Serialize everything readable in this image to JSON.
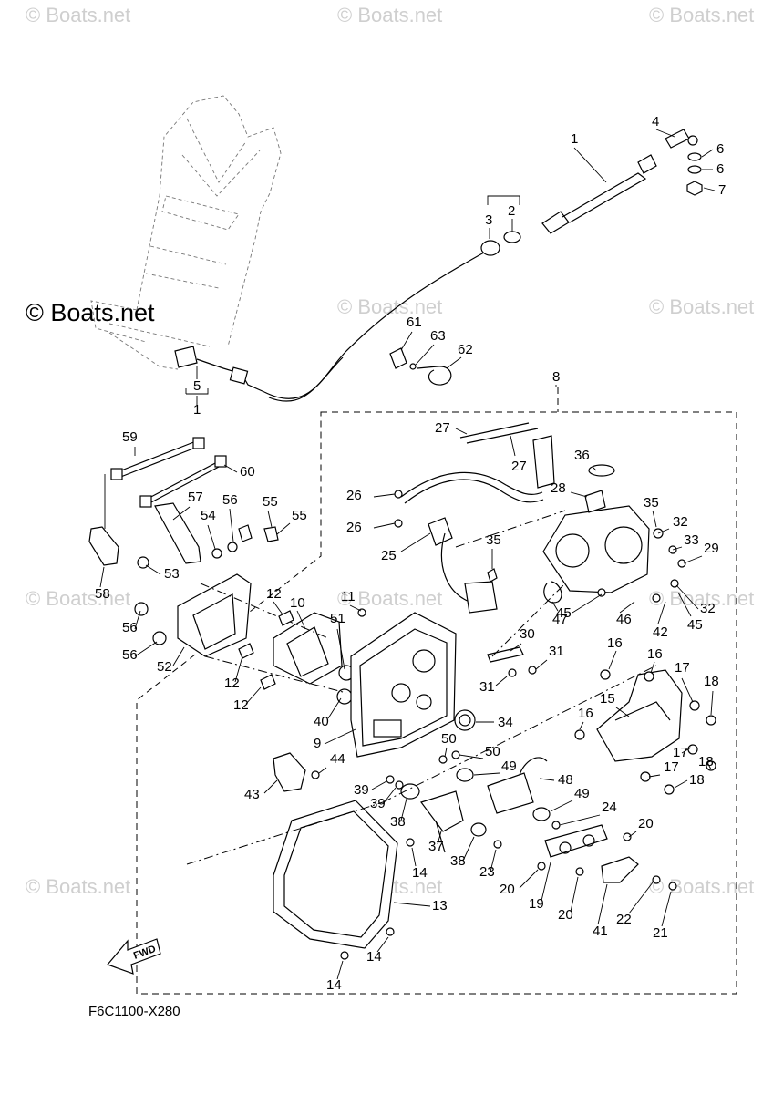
{
  "diagram": {
    "code": "F6C1100-X280",
    "direction_label": "FWD",
    "watermark": "© Boats.net",
    "main_watermark": "© Boats.net",
    "callouts": [
      {
        "id": "c1a",
        "text": "1"
      },
      {
        "id": "c2",
        "text": "2"
      },
      {
        "id": "c3",
        "text": "3"
      },
      {
        "id": "c4",
        "text": "4"
      },
      {
        "id": "c6a",
        "text": "6"
      },
      {
        "id": "c6b",
        "text": "6"
      },
      {
        "id": "c7",
        "text": "7"
      },
      {
        "id": "c5",
        "text": "5"
      },
      {
        "id": "c1b",
        "text": "1"
      },
      {
        "id": "c61",
        "text": "61"
      },
      {
        "id": "c63",
        "text": "63"
      },
      {
        "id": "c62",
        "text": "62"
      },
      {
        "id": "c8",
        "text": "8"
      },
      {
        "id": "c27a",
        "text": "27"
      },
      {
        "id": "c27b",
        "text": "27"
      },
      {
        "id": "c36",
        "text": "36"
      },
      {
        "id": "c28",
        "text": "28"
      },
      {
        "id": "c26a",
        "text": "26"
      },
      {
        "id": "c26b",
        "text": "26"
      },
      {
        "id": "c25",
        "text": "25"
      },
      {
        "id": "c35a",
        "text": "35"
      },
      {
        "id": "c35b",
        "text": "35"
      },
      {
        "id": "c32a",
        "text": "32"
      },
      {
        "id": "c33",
        "text": "33"
      },
      {
        "id": "c29",
        "text": "29"
      },
      {
        "id": "c32b",
        "text": "32"
      },
      {
        "id": "c45a",
        "text": "45"
      },
      {
        "id": "c47",
        "text": "47"
      },
      {
        "id": "c46",
        "text": "46"
      },
      {
        "id": "c42",
        "text": "42"
      },
      {
        "id": "c45b",
        "text": "45"
      },
      {
        "id": "c59",
        "text": "59"
      },
      {
        "id": "c60",
        "text": "60"
      },
      {
        "id": "c57",
        "text": "57"
      },
      {
        "id": "c56a",
        "text": "56"
      },
      {
        "id": "c55a",
        "text": "55"
      },
      {
        "id": "c55b",
        "text": "55"
      },
      {
        "id": "c54",
        "text": "54"
      },
      {
        "id": "c53",
        "text": "53"
      },
      {
        "id": "c58",
        "text": "58"
      },
      {
        "id": "c12a",
        "text": "12"
      },
      {
        "id": "c10",
        "text": "10"
      },
      {
        "id": "c11",
        "text": "11"
      },
      {
        "id": "c56b",
        "text": "56"
      },
      {
        "id": "c56c",
        "text": "56"
      },
      {
        "id": "c52",
        "text": "52"
      },
      {
        "id": "c51",
        "text": "51"
      },
      {
        "id": "c12b",
        "text": "12"
      },
      {
        "id": "c12c",
        "text": "12"
      },
      {
        "id": "c40",
        "text": "40"
      },
      {
        "id": "c9",
        "text": "9"
      },
      {
        "id": "c30",
        "text": "30"
      },
      {
        "id": "c31a",
        "text": "31"
      },
      {
        "id": "c31b",
        "text": "31"
      },
      {
        "id": "c34",
        "text": "34"
      },
      {
        "id": "c16a",
        "text": "16"
      },
      {
        "id": "c16b",
        "text": "16"
      },
      {
        "id": "c17a",
        "text": "17"
      },
      {
        "id": "c18a",
        "text": "18"
      },
      {
        "id": "c15",
        "text": "15"
      },
      {
        "id": "c16c",
        "text": "16"
      },
      {
        "id": "c17b",
        "text": "17"
      },
      {
        "id": "c18b",
        "text": "18"
      },
      {
        "id": "c17c",
        "text": "17"
      },
      {
        "id": "c18c",
        "text": "18"
      },
      {
        "id": "c44",
        "text": "44"
      },
      {
        "id": "c43",
        "text": "43"
      },
      {
        "id": "c50a",
        "text": "50"
      },
      {
        "id": "c50b",
        "text": "50"
      },
      {
        "id": "c49a",
        "text": "49"
      },
      {
        "id": "c48",
        "text": "48"
      },
      {
        "id": "c39a",
        "text": "39"
      },
      {
        "id": "c39b",
        "text": "39"
      },
      {
        "id": "c38a",
        "text": "38"
      },
      {
        "id": "c49b",
        "text": "49"
      },
      {
        "id": "c24",
        "text": "24"
      },
      {
        "id": "c37",
        "text": "37"
      },
      {
        "id": "c38b",
        "text": "38"
      },
      {
        "id": "c14a",
        "text": "14"
      },
      {
        "id": "c23",
        "text": "23"
      },
      {
        "id": "c20a",
        "text": "20"
      },
      {
        "id": "c20b",
        "text": "20"
      },
      {
        "id": "c19",
        "text": "19"
      },
      {
        "id": "c20c",
        "text": "20"
      },
      {
        "id": "c41",
        "text": "41"
      },
      {
        "id": "c22",
        "text": "22"
      },
      {
        "id": "c21",
        "text": "21"
      },
      {
        "id": "c13",
        "text": "13"
      },
      {
        "id": "c14b",
        "text": "14"
      },
      {
        "id": "c14c",
        "text": "14"
      }
    ]
  }
}
